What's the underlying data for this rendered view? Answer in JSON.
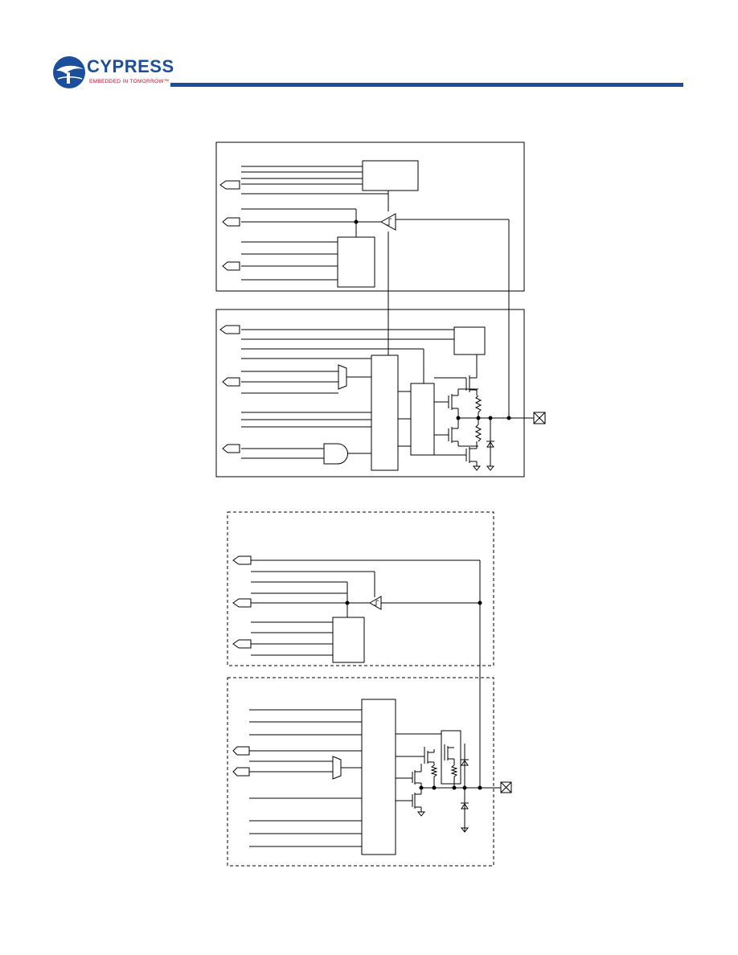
{
  "header": {
    "brand_name": "CYPRESS",
    "tagline": "EMBEDDED IN TOMORROW™",
    "brand_color": "#1b4f9c",
    "accent_color": "#c8102e"
  },
  "diagram": {
    "line_color": "#000000",
    "figures": [
      "gpio-pin-block-diagram",
      "sio-pin-block-diagram"
    ]
  }
}
